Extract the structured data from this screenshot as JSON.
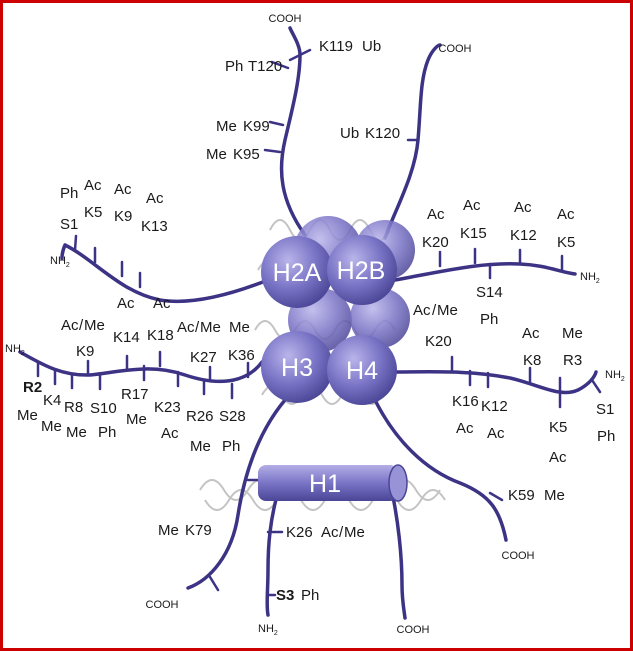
{
  "colors": {
    "frame": "#cc0000",
    "tail": "#3c3385",
    "histone": "#7a74c6",
    "dna": "#bdbdbd",
    "acetylation": "#1a9a3c",
    "methylation": "#e0442c",
    "phosphorylation": "#2a6fb8",
    "ubiquitination": "#e89a2a",
    "residue": "#1a1a1a"
  },
  "histones": {
    "h2a": "H2A",
    "h2b": "H2B",
    "h3": "H3",
    "h4": "H4",
    "h1": "H1"
  },
  "ends": {
    "cooh": "COOH",
    "nh": "NH",
    "sub2": "2"
  },
  "marks": {
    "ac": "Ac",
    "me": "Me",
    "ph": "Ph",
    "ub": "Ub",
    "slash": "/"
  },
  "residues": {
    "h2a_k119": "K119",
    "h2a_t120": "T120",
    "h2a_k99": "K99",
    "h2a_k95": "K95",
    "h2a_s1": "S1",
    "h2a_k5": "K5",
    "h2a_k9": "K9",
    "h2a_k13": "K13",
    "h2b_k120": "K120",
    "h2b_k20": "K20",
    "h2b_k15": "K15",
    "h2b_k12": "K12",
    "h2b_k5": "K5",
    "h2b_s14": "S14",
    "h3_r2": "R2",
    "h3_k4": "K4",
    "h3_r8": "R8",
    "h3_k9": "K9",
    "h3_s10": "S10",
    "h3_k14": "K14",
    "h3_r17": "R17",
    "h3_k18": "K18",
    "h3_k23": "K23",
    "h3_r26": "R26",
    "h3_k27": "K27",
    "h3_s28": "S28",
    "h3_k36": "K36",
    "h3_k79": "K79",
    "h4_k20": "K20",
    "h4_k16": "K16",
    "h4_k12": "K12",
    "h4_k8": "K8",
    "h4_r3": "R3",
    "h4_k5": "K5",
    "h4_s1": "S1",
    "h4_k59": "K59",
    "h1_k26": "K26",
    "h1_s3": "S3"
  }
}
